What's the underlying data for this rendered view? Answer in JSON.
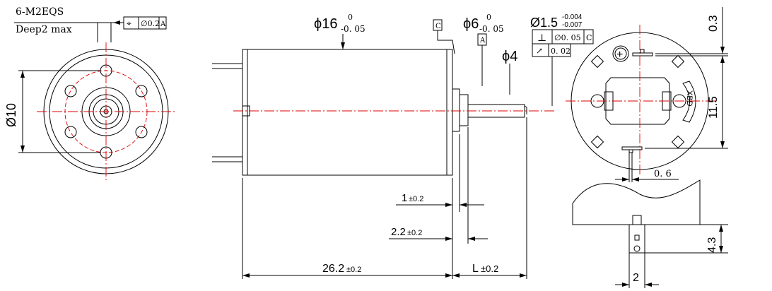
{
  "front_view": {
    "thread_note": "6-M2EQS",
    "depth_note": "Deep2 max",
    "position_tolerance": {
      "symbol": "⌖",
      "value": "∅0.2",
      "datum": "A"
    },
    "diameter_label": "Ø10"
  },
  "side_view": {
    "body_diameter": {
      "base": "ϕ16",
      "upper": "0",
      "lower": "-0. 05"
    },
    "datum_c": "C",
    "boss_diameter": {
      "base": "ϕ6",
      "upper": "0",
      "lower": "-0. 05"
    },
    "datum_a": "A",
    "shaft_step_diameter": "ϕ4",
    "shaft_diameter": {
      "base": "Ø1.5",
      "upper": "-0.004",
      "lower": "-0.007"
    },
    "perpendicularity": {
      "symbol": "⊥",
      "value": "∅0. 05",
      "datum": "C"
    },
    "runout": {
      "symbol": "↗",
      "value": "0. 02"
    },
    "dim_1": {
      "base": "1",
      "tol": "±0.2"
    },
    "dim_2": {
      "base": "2.2",
      "tol": "±0.2"
    },
    "dim_length": {
      "base": "26.2",
      "tol": "±0.2"
    },
    "dim_shaft": {
      "base": "L",
      "tol": "±0.2"
    }
  },
  "rear_view": {
    "top_offset": "0.3",
    "terminal_spacing": "11.5",
    "terminal_thickness": "0. 6",
    "plus_mark": "+",
    "brand_mark": "XBD"
  },
  "terminal_detail": {
    "height": "4.3",
    "width": "2"
  }
}
